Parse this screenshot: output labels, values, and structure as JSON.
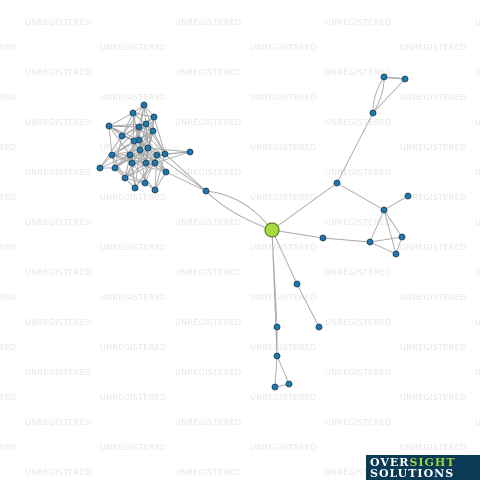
{
  "watermark": {
    "text": "UNREGISTERED"
  },
  "logo": {
    "line1_part1": "OVER",
    "line1_part2": "SIGHT",
    "line2": "SOLUTIONS"
  },
  "colors": {
    "node_fill": "#2277aa",
    "node_stroke": "#123a55",
    "center_fill": "#a3dc3c",
    "center_stroke": "#4a6a1a",
    "edge": "#a8a8a8",
    "watermark": "#e6e6e6",
    "logo_bg": "#0b3a56",
    "logo_accent": "#9fd23c"
  },
  "graph": {
    "type": "network",
    "central_node": "hub",
    "node_count": 52,
    "clusters": [
      "dense-cluster-left",
      "branch-upper-right",
      "branch-right",
      "branch-lower"
    ]
  }
}
